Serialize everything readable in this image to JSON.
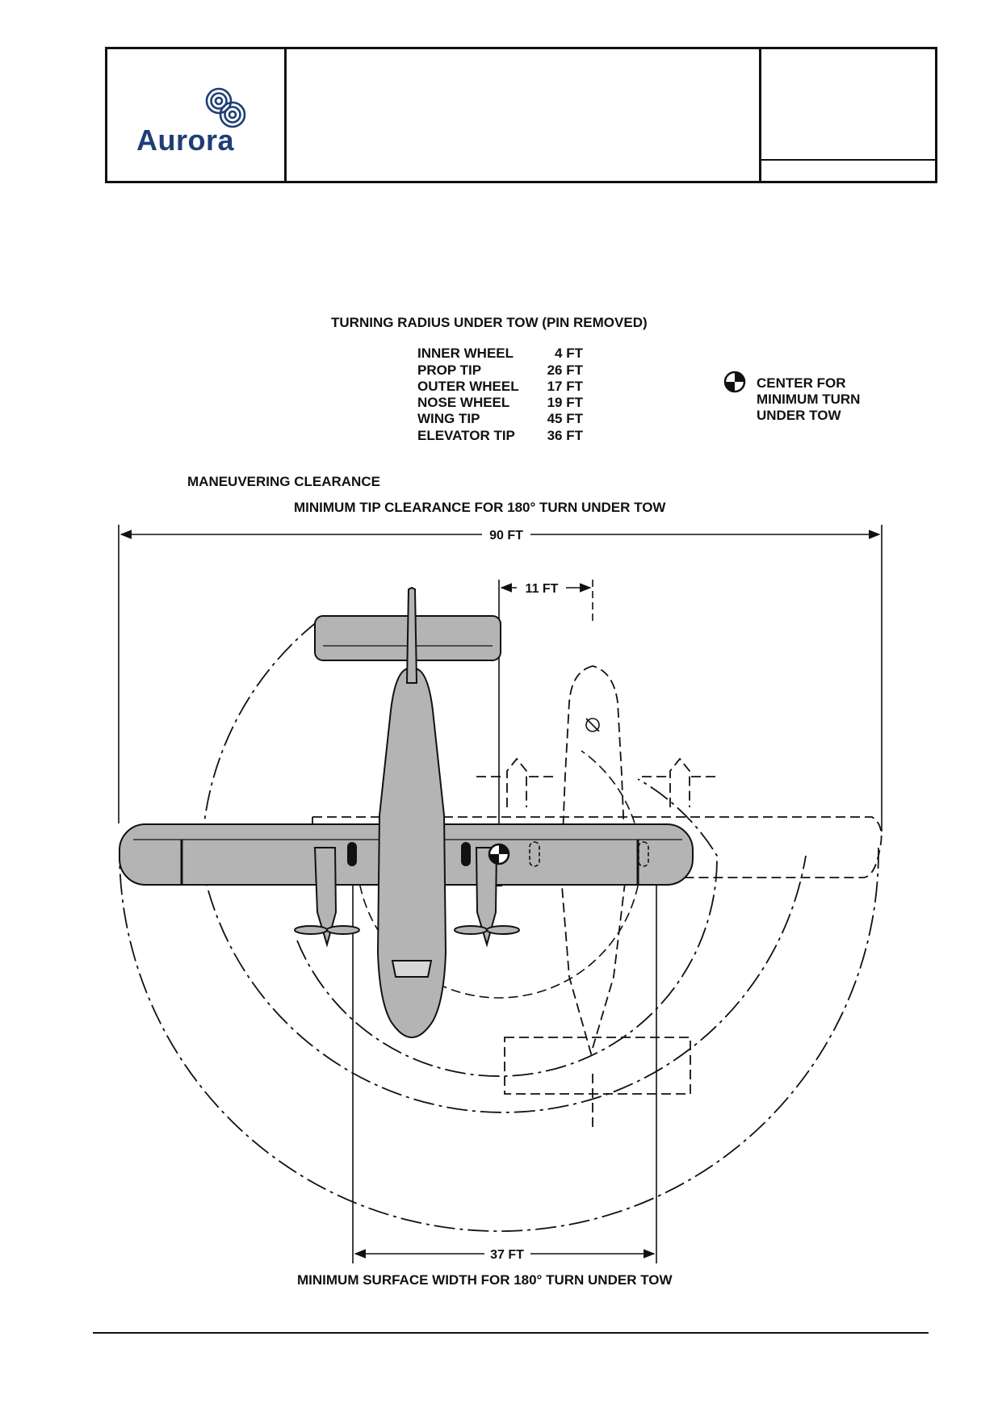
{
  "header": {
    "logo_text": "Aurora",
    "title": "",
    "doc_ref": "",
    "page_ref": ""
  },
  "turning_radius": {
    "heading": "TURNING RADIUS UNDER TOW (PIN REMOVED)",
    "rows": [
      {
        "label": "INNER WHEEL",
        "value": "4 FT"
      },
      {
        "label": "PROP TIP",
        "value": "26 FT"
      },
      {
        "label": "OUTER WHEEL",
        "value": "17 FT"
      },
      {
        "label": "NOSE WHEEL",
        "value": "19 FT"
      },
      {
        "label": "WING TIP",
        "value": "45 FT"
      },
      {
        "label": "ELEVATOR TIP",
        "value": "36 FT"
      }
    ]
  },
  "legend": {
    "line1": "CENTER FOR",
    "line2": "MINIMUM TURN",
    "line3": "UNDER TOW"
  },
  "maneuvering": {
    "section_label": "MANEUVERING CLEARANCE",
    "tip_clearance_title": "MINIMUM TIP CLEARANCE FOR 180° TURN UNDER TOW",
    "span_dimension": "90 FT",
    "offset_dimension": "11 FT",
    "surface_dimension": "37 FT",
    "surface_width_title": "MINIMUM SURFACE WIDTH FOR 180° TURN UNDER TOW"
  },
  "colors": {
    "aircraft_fill": "#b4b4b4",
    "line": "#111111",
    "logo": "#1d3f74"
  }
}
